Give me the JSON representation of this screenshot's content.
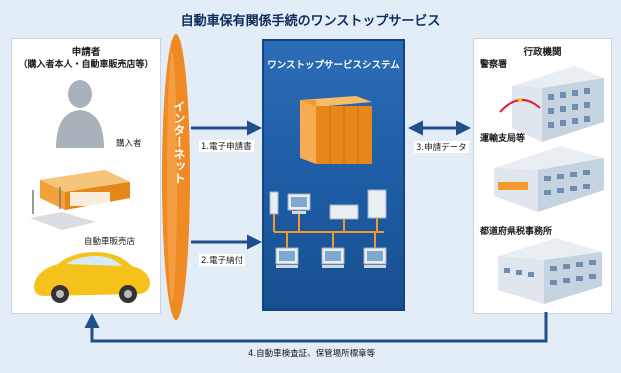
{
  "title": "自動車保有関係手続のワンストップサービス",
  "applicant": {
    "heading": "申請者",
    "subheading": "（購入者本人・自動車販売店等）",
    "buyer_label": "購入者",
    "dealer_label": "自動車販売店"
  },
  "internet_label": "インターネット",
  "system": {
    "title": "ワンストップサービスシステム"
  },
  "admin": {
    "heading": "行政機関",
    "police_label": "警察署",
    "transport_label": "運輸支局等",
    "tax_label": "都道府県税事務所"
  },
  "flows": {
    "e_application": "1.電子申請書",
    "e_payment": "2.電子納付",
    "application_data": "3.申請データ",
    "certificate": "4.自動車検査証、保管場所標章等"
  },
  "colors": {
    "system_blue": "#1f5fa8",
    "internet_orange": "#f08a24",
    "arrow_blue": "#1f4f8c",
    "server_orange": "#f39a2c"
  }
}
